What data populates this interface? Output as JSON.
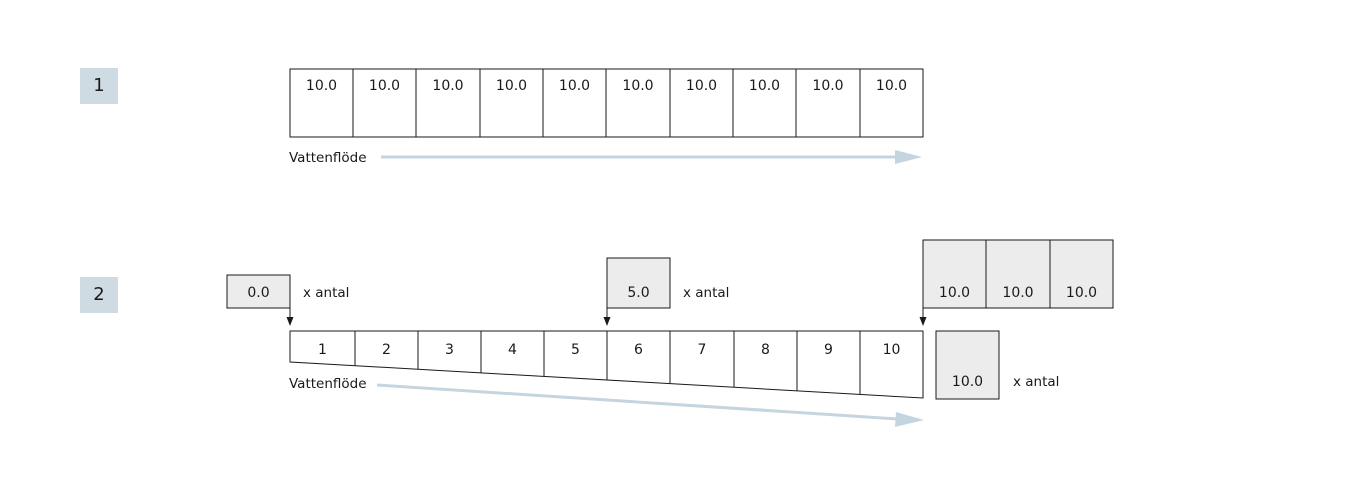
{
  "step_labels": [
    "1",
    "2"
  ],
  "flow_label": "Vattenflöde",
  "count_label": "x antal",
  "diagram1": {
    "cells": [
      "10.0",
      "10.0",
      "10.0",
      "10.0",
      "10.0",
      "10.0",
      "10.0",
      "10.0",
      "10.0",
      "10.0"
    ]
  },
  "diagram2": {
    "section_numbers": [
      "1",
      "2",
      "3",
      "4",
      "5",
      "6",
      "7",
      "8",
      "9",
      "10"
    ],
    "inlet_start": "0.0",
    "inlet_mid": "5.0",
    "inlet_end_stack": [
      "10.0",
      "10.0",
      "10.0"
    ],
    "inlet_end_single": "10.0"
  },
  "colors": {
    "arrow": "#c5d5df",
    "badge": "#cfdbe3",
    "box_fill": "#ececec",
    "stroke": "#1a1a1a"
  }
}
